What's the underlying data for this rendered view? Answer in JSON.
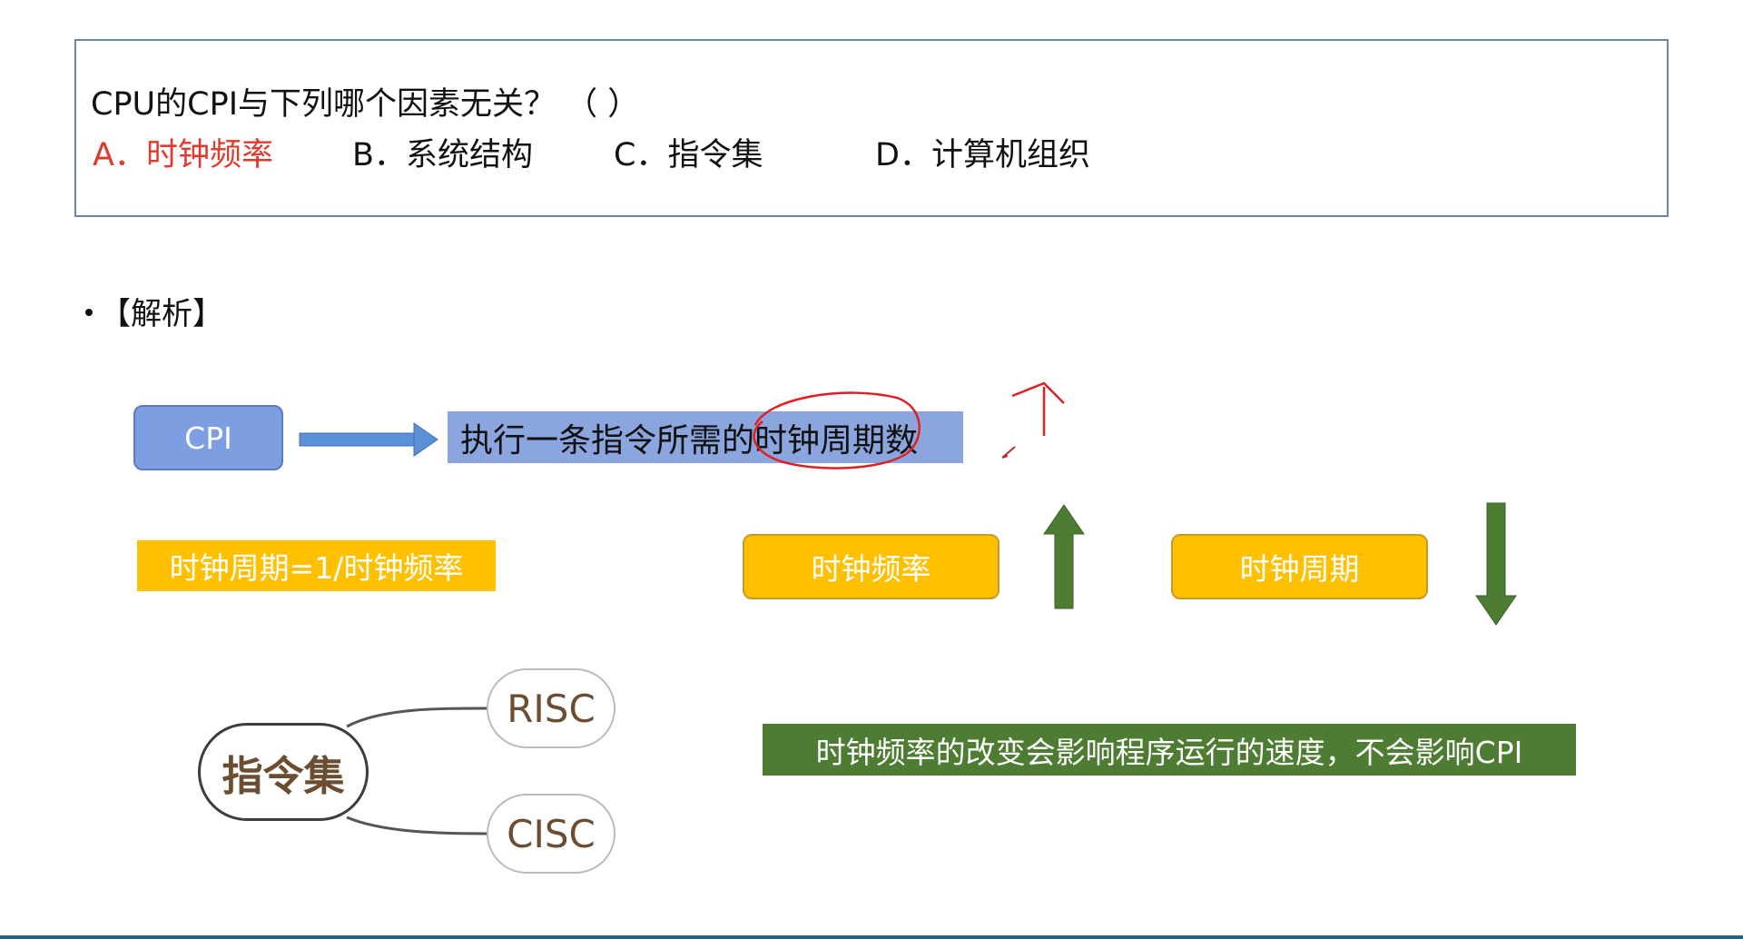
{
  "question": {
    "text": "CPU的CPI与下列哪个因素无关？ （    ）",
    "options": [
      {
        "label": "A．时钟频率",
        "color": "#e03a2c"
      },
      {
        "label": "B．系统结构"
      },
      {
        "label": "C．指令集"
      },
      {
        "label": "D．计算机组织"
      }
    ]
  },
  "analysis": {
    "heading": "【解析】"
  },
  "cpi": {
    "label": "CPI",
    "definition": "执行一条指令所需的时钟周期数"
  },
  "formula": "时钟周期=1/时钟频率",
  "freq_label": "时钟频率",
  "period_label": "时钟周期",
  "conclusion": "时钟频率的改变会影响程序运行的速度，不会影响CPI",
  "instruction_set": {
    "root": "指令集",
    "children": [
      "RISC",
      "CISC"
    ]
  },
  "colors": {
    "accent_blue": "#7d9ee0",
    "accent_yellow": "#ffc000",
    "accent_green": "#4e7c32",
    "answer_red": "#e03a2c",
    "annotation_red": "#e02020"
  }
}
